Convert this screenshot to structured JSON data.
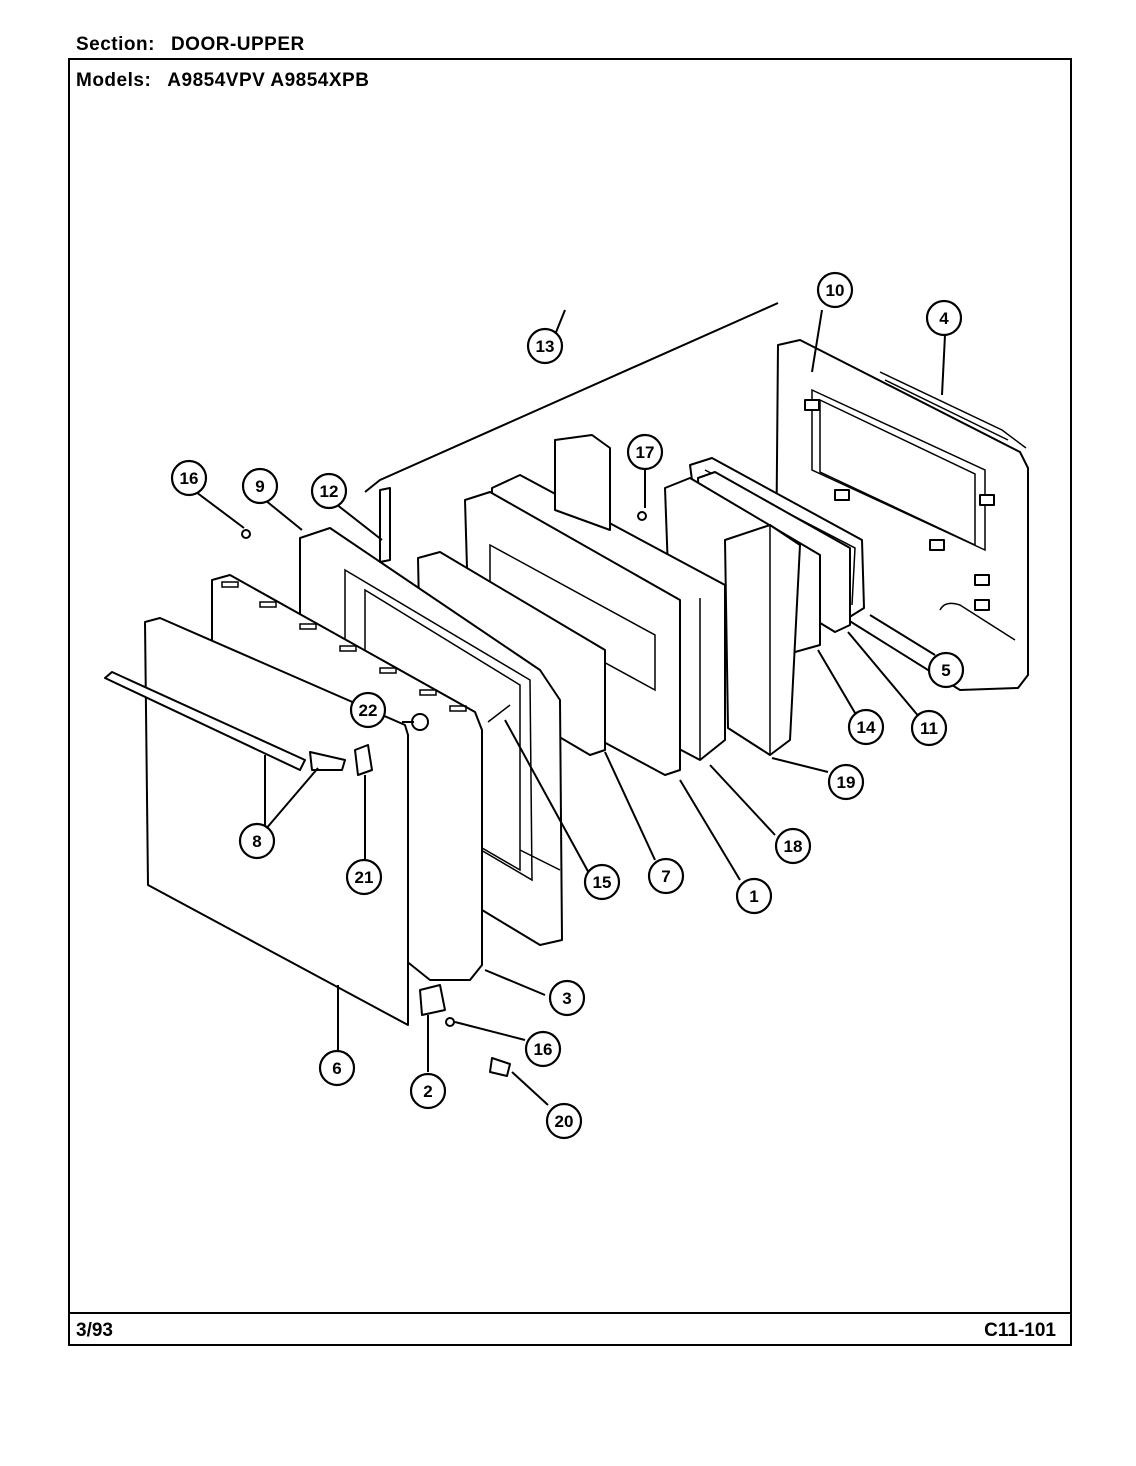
{
  "header": {
    "section_label": "Section:",
    "section_value": "DOOR-UPPER",
    "models_label": "Models:",
    "models_value": "A9854VPV  A9854XPB"
  },
  "footer": {
    "date": "3/93",
    "code": "C11-101"
  },
  "callouts": [
    "10",
    "4",
    "13",
    "17",
    "16",
    "9",
    "12",
    "5",
    "14",
    "11",
    "22",
    "19",
    "8",
    "15",
    "7",
    "1",
    "18",
    "21",
    "3",
    "16",
    "6",
    "2",
    "20"
  ]
}
